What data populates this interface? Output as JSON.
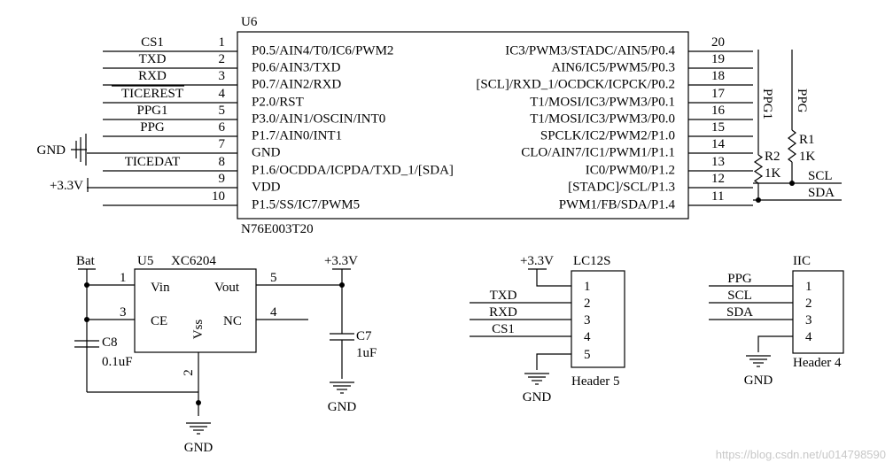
{
  "u6": {
    "ref": "U6",
    "part": "N76E003T20",
    "left_pins": [
      {
        "num": "1",
        "name": "P0.5/AIN4/T0/IC6/PWM2",
        "net": "CS1",
        "overbar": false
      },
      {
        "num": "2",
        "name": "P0.6/AIN3/TXD",
        "net": "TXD",
        "overbar": false
      },
      {
        "num": "3",
        "name": "P0.7/AIN2/RXD",
        "net": "RXD",
        "overbar": false
      },
      {
        "num": "4",
        "name": "P2.0/RST",
        "net": "TICEREST",
        "overbar": false
      },
      {
        "num": "5",
        "name": "P3.0/AIN1/OSCIN/INT0",
        "net": "PPG1",
        "overbar": false
      },
      {
        "num": "6",
        "name": "P1.7/AIN0/INT1",
        "net": "PPG",
        "overbar": false
      },
      {
        "num": "7",
        "name": "GND",
        "net": "GND",
        "overbar": false
      },
      {
        "num": "8",
        "name": "P1.6/OCDDA/ICPDA/TXD_1/[SDA]",
        "net": "TICEDAT",
        "overbar": false
      },
      {
        "num": "9",
        "name": "VDD",
        "net": "+3.3V",
        "overbar": false
      },
      {
        "num": "10",
        "name": "P1.5/SS/IC7/PWM5",
        "net": "",
        "overbar": false
      }
    ],
    "right_pins": [
      {
        "num": "20",
        "name": "IC3/PWM3/STADC/AIN5/P0.4"
      },
      {
        "num": "19",
        "name": "AIN6/IC5/PWM5/P0.3"
      },
      {
        "num": "18",
        "name": "[SCL]/RXD_1/OCDCK/ICPCK/P0.2"
      },
      {
        "num": "17",
        "name": "T1/MOSI/IC3/PWM3/P0.1"
      },
      {
        "num": "16",
        "name": "T1/MOSI/IC3/PWM3/P0.0"
      },
      {
        "num": "15",
        "name": "SPCLK/IC2/PWM2/P1.0"
      },
      {
        "num": "14",
        "name": "CLO/AIN7/IC1/PWM1/P1.1"
      },
      {
        "num": "13",
        "name": "IC0/PWM0/P1.2"
      },
      {
        "num": "12",
        "name": "[STADC]/SCL/P1.3"
      },
      {
        "num": "11",
        "name": "PWM1/FB/SDA/P1.4"
      }
    ]
  },
  "resistors": [
    {
      "ref": "R1",
      "value": "1K",
      "net": "PPG"
    },
    {
      "ref": "R2",
      "value": "1K",
      "net": "PPG1"
    }
  ],
  "right_nets": {
    "scl": "SCL",
    "sda": "SDA"
  },
  "u5": {
    "ref": "U5",
    "part": "XC6204",
    "pin_vin": "Vin",
    "pin_ce": "CE",
    "pin_vout": "Vout",
    "pin_nc": "NC",
    "pin_vss": "Vss",
    "num_vin": "1",
    "num_ce": "3",
    "num_vout": "5",
    "num_nc": "4",
    "num_vss": "2",
    "input_net": "Bat",
    "output_net": "+3.3V"
  },
  "c8": {
    "ref": "C8",
    "value": "0.1uF"
  },
  "c7": {
    "ref": "C7",
    "value": "1uF"
  },
  "gnd": "GND",
  "lc12s": {
    "ref": "LC12S",
    "footprint": "Header 5",
    "supply": "+3.3V",
    "pins": [
      {
        "num": "1",
        "net": "+3.3V"
      },
      {
        "num": "2",
        "net": "TXD"
      },
      {
        "num": "3",
        "net": "RXD"
      },
      {
        "num": "4",
        "net": "CS1"
      },
      {
        "num": "5",
        "net": "GND"
      }
    ]
  },
  "iic": {
    "ref": "IIC",
    "footprint": "Header 4",
    "pins": [
      {
        "num": "1",
        "net": "PPG"
      },
      {
        "num": "2",
        "net": "SCL"
      },
      {
        "num": "3",
        "net": "SDA"
      },
      {
        "num": "4",
        "net": "GND"
      }
    ]
  },
  "watermark": "https://blog.csdn.net/u014798590"
}
